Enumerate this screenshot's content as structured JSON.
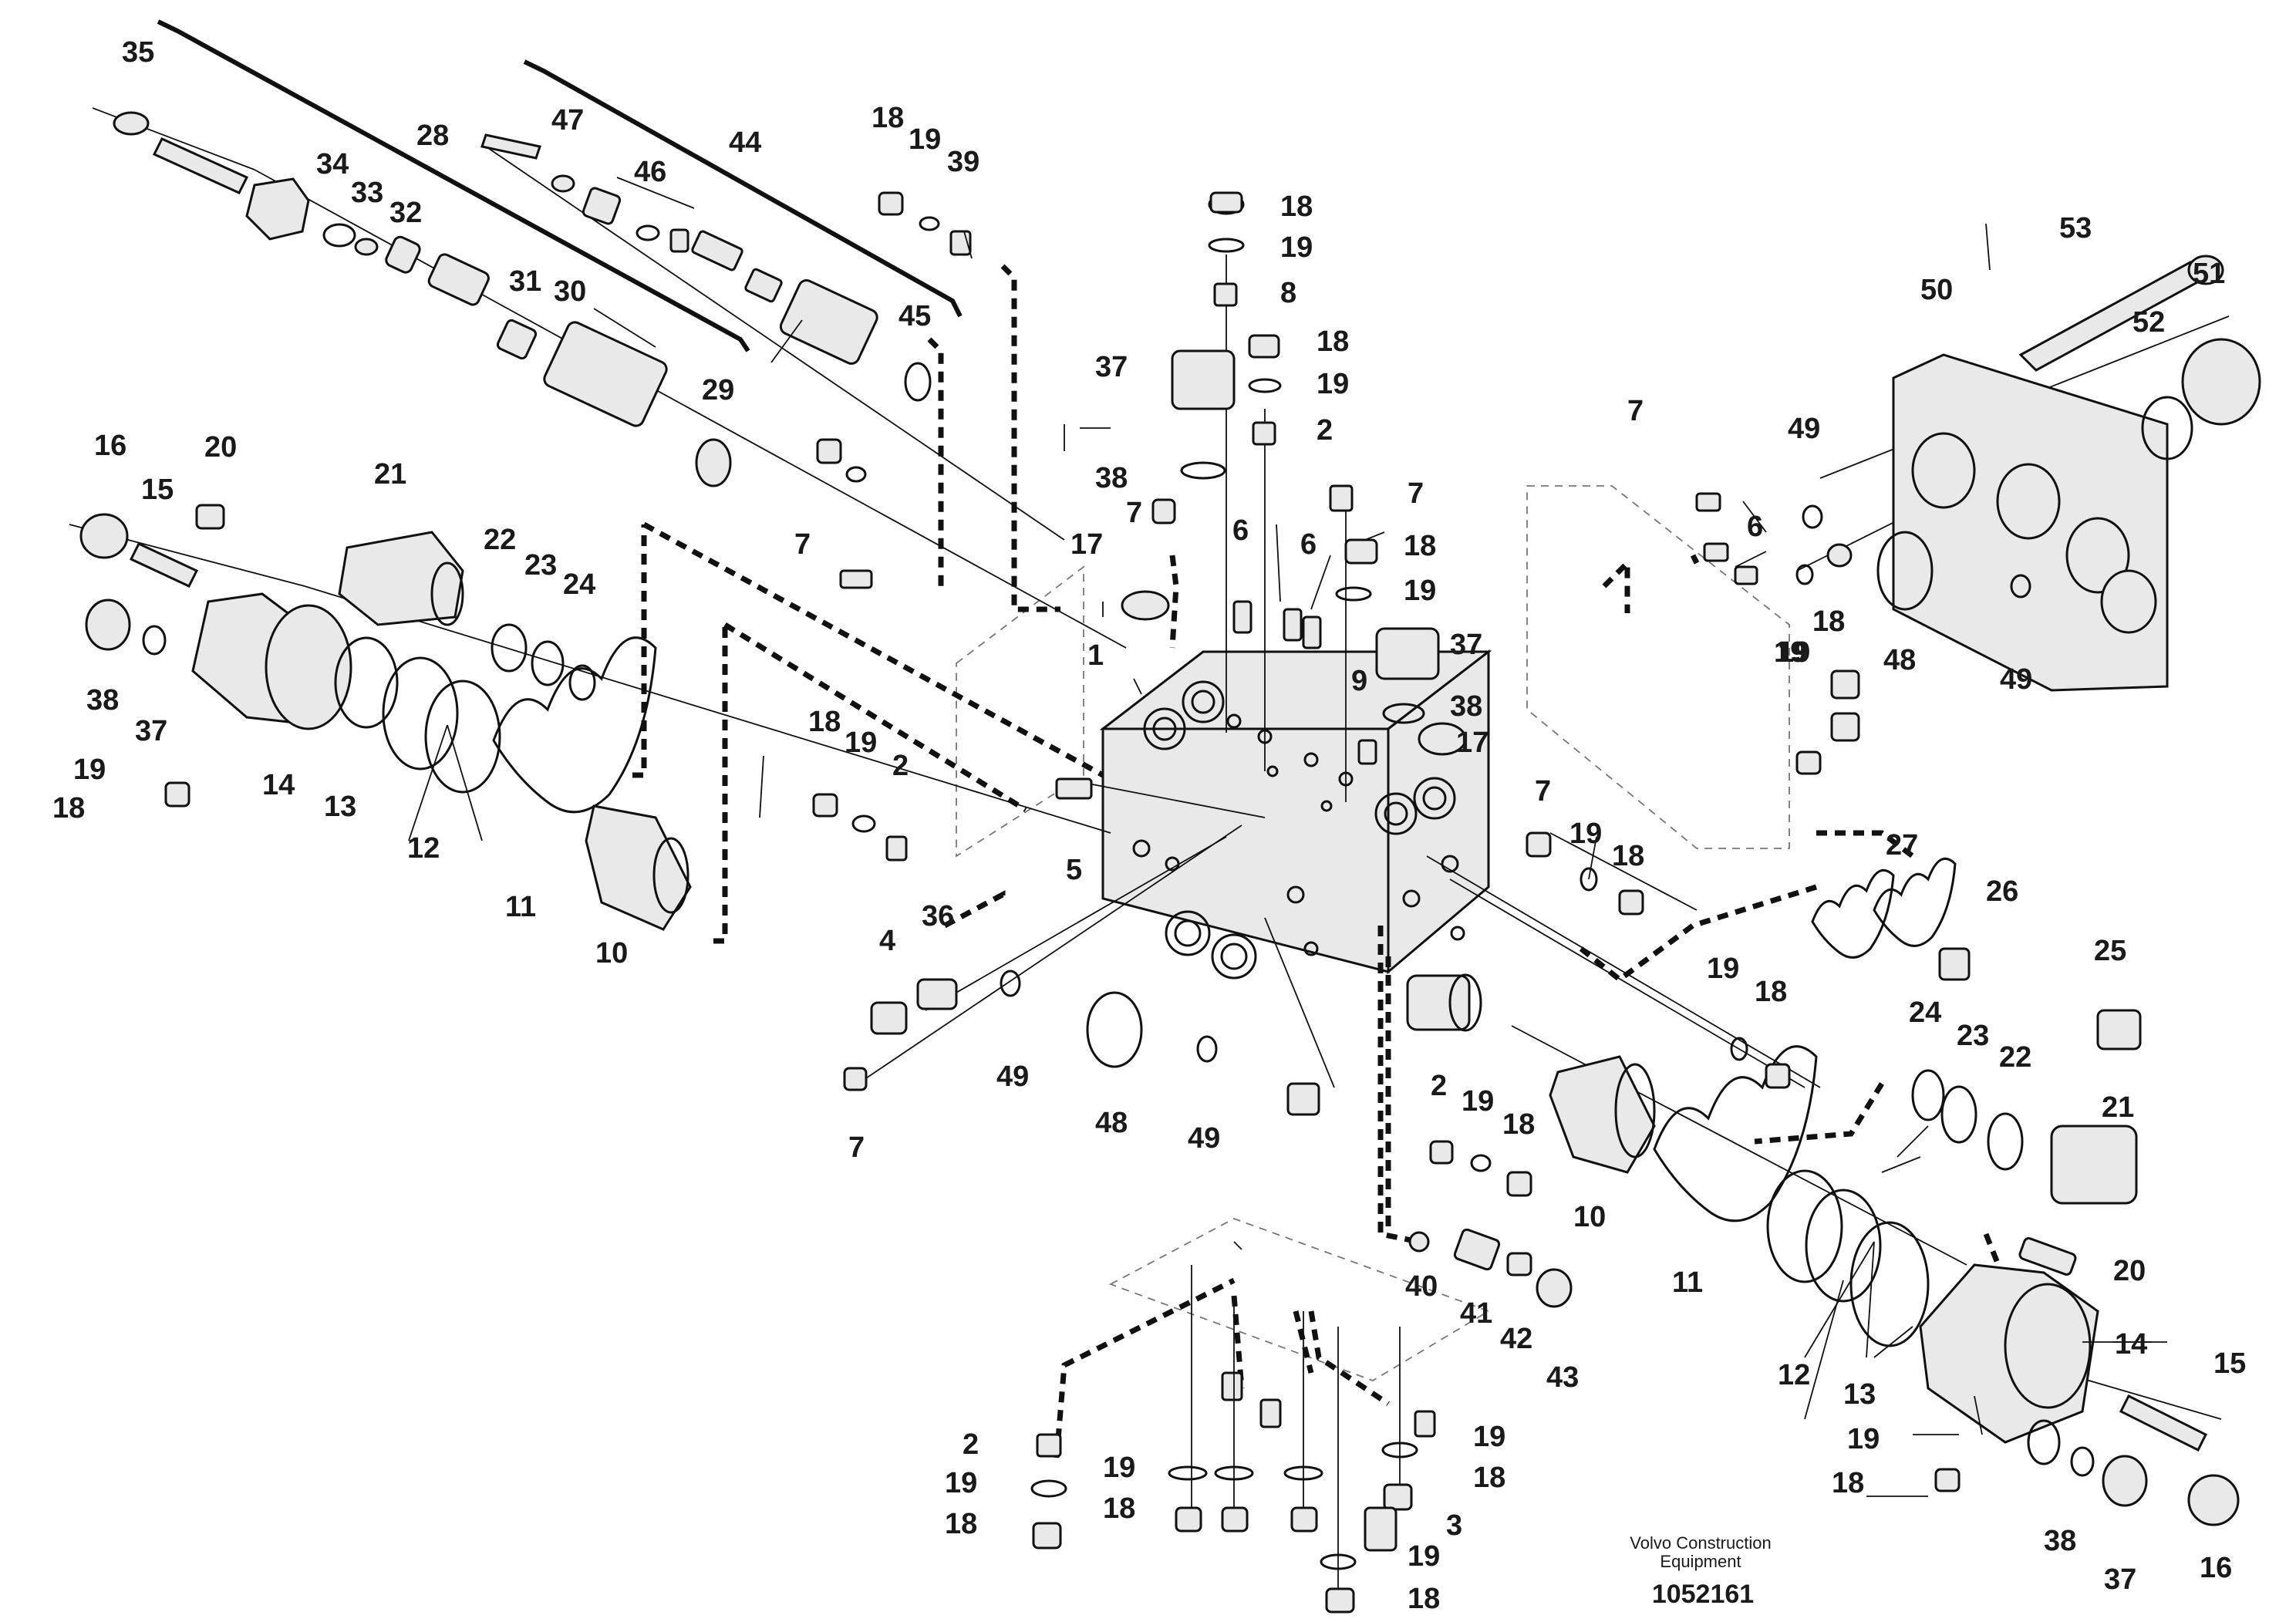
{
  "brand": {
    "line1": "Volvo Construction",
    "line2": "Equipment"
  },
  "document_number": "1052161",
  "callouts": [
    {
      "id": "c35",
      "text": "35"
    },
    {
      "id": "c28",
      "text": "28"
    },
    {
      "id": "c34",
      "text": "34"
    },
    {
      "id": "c33",
      "text": "33"
    },
    {
      "id": "c32",
      "text": "32"
    },
    {
      "id": "c31",
      "text": "31"
    },
    {
      "id": "c30",
      "text": "30"
    },
    {
      "id": "c29",
      "text": "29"
    },
    {
      "id": "c47",
      "text": "47"
    },
    {
      "id": "c46",
      "text": "46"
    },
    {
      "id": "c44",
      "text": "44"
    },
    {
      "id": "c45",
      "text": "45"
    },
    {
      "id": "c18a",
      "text": "18"
    },
    {
      "id": "c19a",
      "text": "19"
    },
    {
      "id": "c39",
      "text": "39"
    },
    {
      "id": "c18b",
      "text": "18"
    },
    {
      "id": "c19b",
      "text": "19"
    },
    {
      "id": "c8",
      "text": "8"
    },
    {
      "id": "c18c",
      "text": "18"
    },
    {
      "id": "c19c",
      "text": "19"
    },
    {
      "id": "c2a",
      "text": "2"
    },
    {
      "id": "c37a",
      "text": "37"
    },
    {
      "id": "c38a",
      "text": "38"
    },
    {
      "id": "c7a",
      "text": "7"
    },
    {
      "id": "c7b",
      "text": "7"
    },
    {
      "id": "c18d",
      "text": "18"
    },
    {
      "id": "c19d",
      "text": "19"
    },
    {
      "id": "c6a",
      "text": "6"
    },
    {
      "id": "c6b",
      "text": "6"
    },
    {
      "id": "c17a",
      "text": "17"
    },
    {
      "id": "c1",
      "text": "1"
    },
    {
      "id": "c9",
      "text": "9"
    },
    {
      "id": "c37b",
      "text": "37"
    },
    {
      "id": "c38b",
      "text": "38"
    },
    {
      "id": "c17b",
      "text": "17"
    },
    {
      "id": "c18e",
      "text": "18"
    },
    {
      "id": "c19e",
      "text": "19"
    },
    {
      "id": "c7c",
      "text": "7"
    },
    {
      "id": "c6c",
      "text": "6"
    },
    {
      "id": "c49a",
      "text": "49"
    },
    {
      "id": "c19f",
      "text": "19"
    },
    {
      "id": "c18f",
      "text": "18"
    },
    {
      "id": "c53",
      "text": "53"
    },
    {
      "id": "c50",
      "text": "50"
    },
    {
      "id": "c51",
      "text": "51"
    },
    {
      "id": "c52",
      "text": "52"
    },
    {
      "id": "c48a",
      "text": "48"
    },
    {
      "id": "c49b",
      "text": "49"
    },
    {
      "id": "c16a",
      "text": "16"
    },
    {
      "id": "c15a",
      "text": "15"
    },
    {
      "id": "c20a",
      "text": "20"
    },
    {
      "id": "c21a",
      "text": "21"
    },
    {
      "id": "c22a",
      "text": "22"
    },
    {
      "id": "c23a",
      "text": "23"
    },
    {
      "id": "c24a",
      "text": "24"
    },
    {
      "id": "c38c",
      "text": "38"
    },
    {
      "id": "c37c",
      "text": "37"
    },
    {
      "id": "c19g",
      "text": "19"
    },
    {
      "id": "c18g",
      "text": "18"
    },
    {
      "id": "c14a",
      "text": "14"
    },
    {
      "id": "c13a",
      "text": "13"
    },
    {
      "id": "c12a",
      "text": "12"
    },
    {
      "id": "c11a",
      "text": "11"
    },
    {
      "id": "c10a",
      "text": "10"
    },
    {
      "id": "c18h",
      "text": "18"
    },
    {
      "id": "c19h",
      "text": "19"
    },
    {
      "id": "c2b",
      "text": "2"
    },
    {
      "id": "c7d",
      "text": "7"
    },
    {
      "id": "c5",
      "text": "5"
    },
    {
      "id": "c4",
      "text": "4"
    },
    {
      "id": "c36",
      "text": "36"
    },
    {
      "id": "c49c",
      "text": "49"
    },
    {
      "id": "c48b",
      "text": "48"
    },
    {
      "id": "c49d",
      "text": "49"
    },
    {
      "id": "c7e",
      "text": "7"
    },
    {
      "id": "c7f",
      "text": "7"
    },
    {
      "id": "c19i",
      "text": "19"
    },
    {
      "id": "c18i",
      "text": "18"
    },
    {
      "id": "c27",
      "text": "27"
    },
    {
      "id": "c26",
      "text": "26"
    },
    {
      "id": "c25",
      "text": "25"
    },
    {
      "id": "c19j",
      "text": "19"
    },
    {
      "id": "c18j",
      "text": "18"
    },
    {
      "id": "c24b",
      "text": "24"
    },
    {
      "id": "c23b",
      "text": "23"
    },
    {
      "id": "c22b",
      "text": "22"
    },
    {
      "id": "c21b",
      "text": "21"
    },
    {
      "id": "c2c",
      "text": "2"
    },
    {
      "id": "c19k",
      "text": "19"
    },
    {
      "id": "c18k",
      "text": "18"
    },
    {
      "id": "c10b",
      "text": "10"
    },
    {
      "id": "c11b",
      "text": "11"
    },
    {
      "id": "c12b",
      "text": "12"
    },
    {
      "id": "c13b",
      "text": "13"
    },
    {
      "id": "c20b",
      "text": "20"
    },
    {
      "id": "c14b",
      "text": "14"
    },
    {
      "id": "c15b",
      "text": "15"
    },
    {
      "id": "c19l",
      "text": "19"
    },
    {
      "id": "c18l",
      "text": "18"
    },
    {
      "id": "c38d",
      "text": "38"
    },
    {
      "id": "c37d",
      "text": "37"
    },
    {
      "id": "c16b",
      "text": "16"
    },
    {
      "id": "c40",
      "text": "40"
    },
    {
      "id": "c41",
      "text": "41"
    },
    {
      "id": "c42",
      "text": "42"
    },
    {
      "id": "c43",
      "text": "43"
    },
    {
      "id": "c2d",
      "text": "2"
    },
    {
      "id": "c19m",
      "text": "19"
    },
    {
      "id": "c18m",
      "text": "18"
    },
    {
      "id": "c19n",
      "text": "19"
    },
    {
      "id": "c18n",
      "text": "18"
    },
    {
      "id": "c19o",
      "text": "19"
    },
    {
      "id": "c18o",
      "text": "18"
    },
    {
      "id": "c3",
      "text": "3"
    },
    {
      "id": "c19p",
      "text": "19"
    },
    {
      "id": "c18p",
      "text": "18"
    }
  ]
}
